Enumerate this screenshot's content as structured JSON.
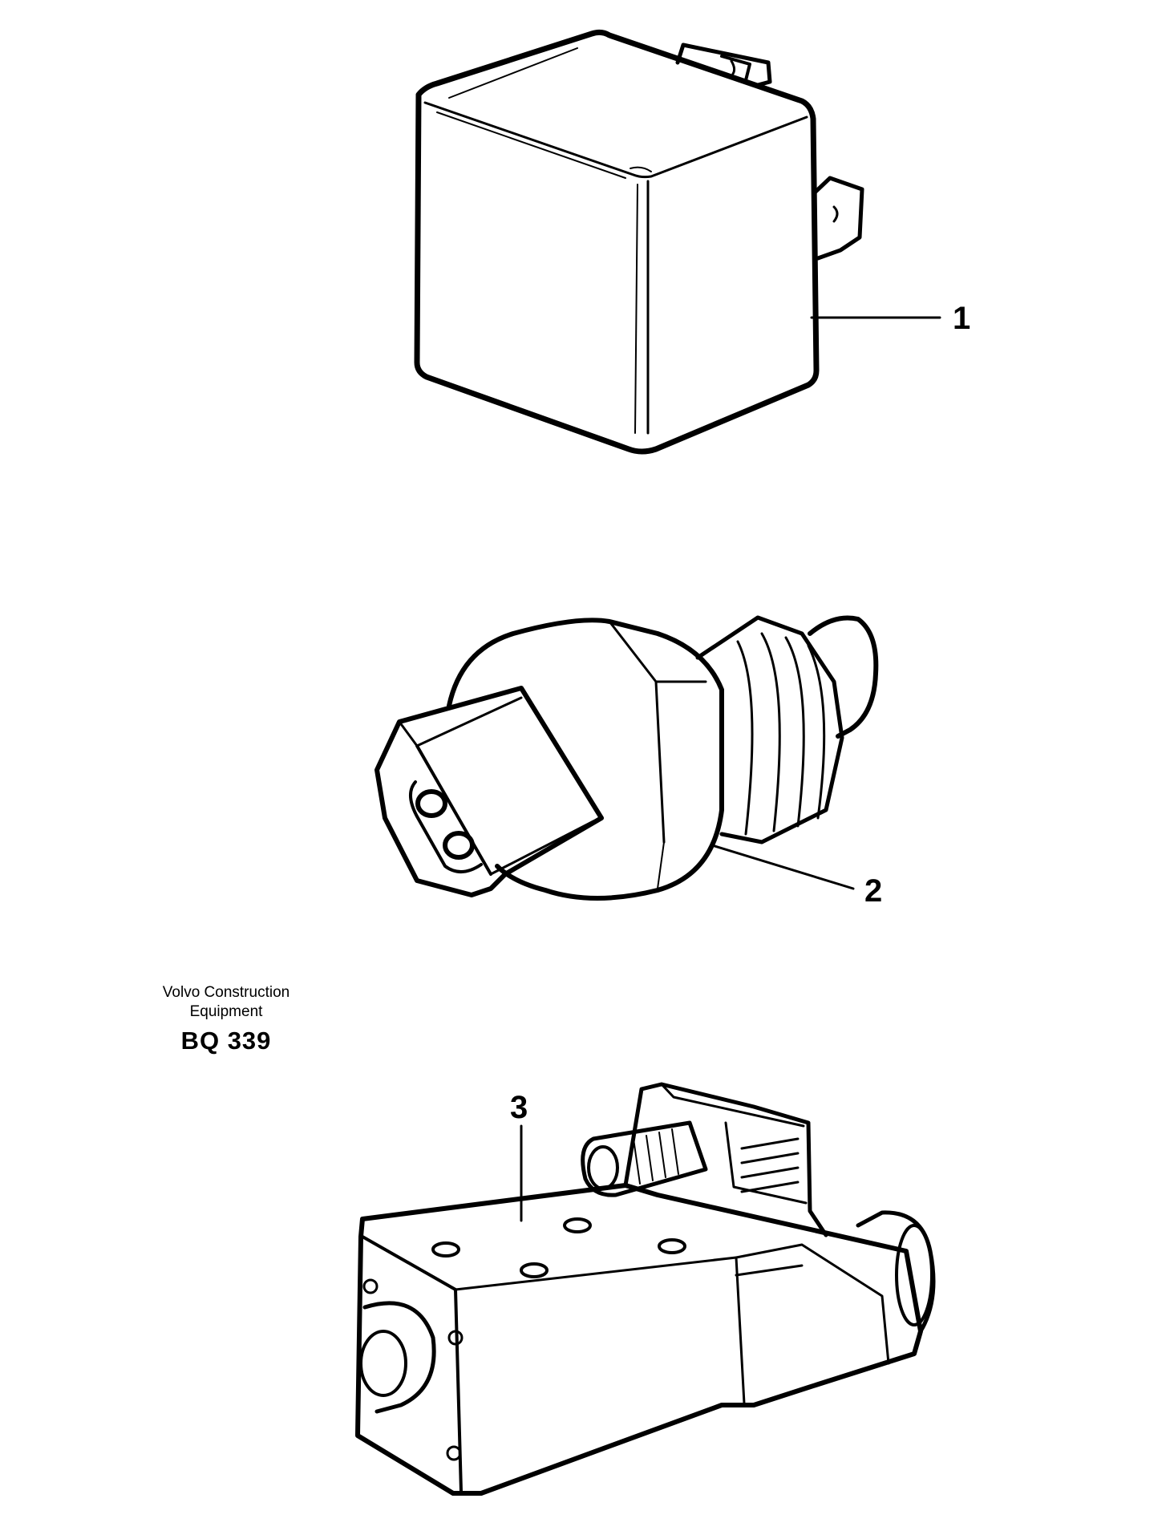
{
  "diagram": {
    "callouts": [
      {
        "id": "1",
        "label": "1"
      },
      {
        "id": "2",
        "label": "2"
      },
      {
        "id": "3",
        "label": "3"
      }
    ],
    "footer": {
      "company_line_1": "Volvo Construction",
      "company_line_2": "Equipment",
      "drawing_code": "BQ 339"
    }
  }
}
